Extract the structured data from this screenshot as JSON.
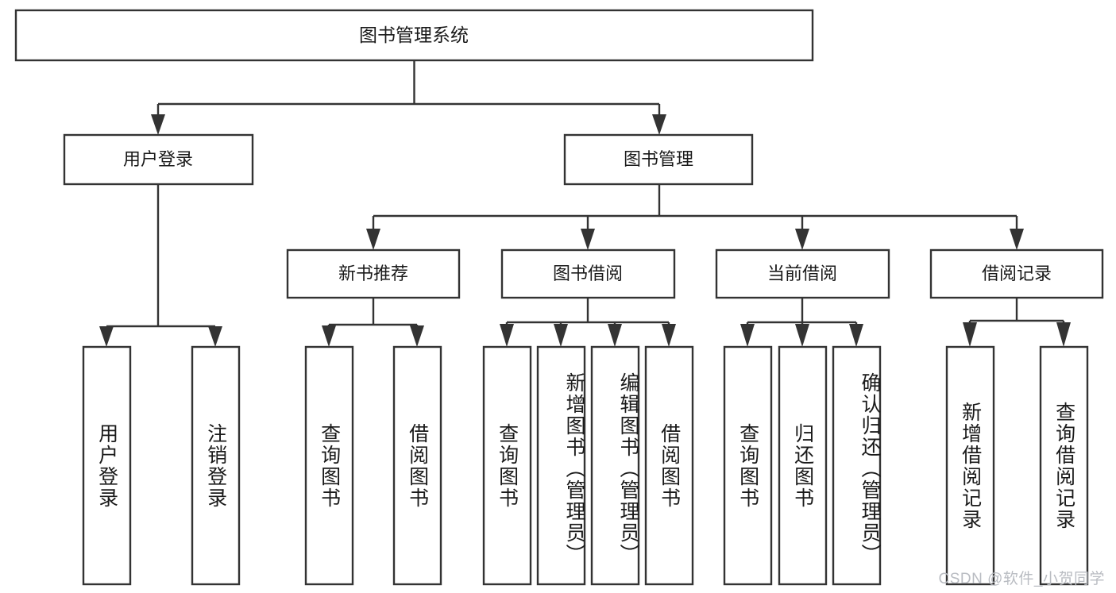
{
  "diagram": {
    "type": "hierarchy-tree",
    "title": "图书管理系统",
    "watermark": "CSDN @软件_小贺同学",
    "colors": {
      "stroke": "#333333",
      "box_fill": "#ffffff",
      "text": "#1a1a1a",
      "watermark": "#b9bcc2",
      "background": "#ffffff"
    },
    "root": {
      "label": "图书管理系统"
    },
    "level1": [
      {
        "label": "用户登录"
      },
      {
        "label": "图书管理"
      }
    ],
    "level2": [
      {
        "label": "新书推荐"
      },
      {
        "label": "图书借阅"
      },
      {
        "label": "当前借阅"
      },
      {
        "label": "借阅记录"
      }
    ],
    "leaves": {
      "user_login": [
        {
          "label": "用户登录"
        },
        {
          "label": "注销登录"
        }
      ],
      "new_book_recommend": [
        {
          "label": "查询图书"
        },
        {
          "label": "借阅图书"
        }
      ],
      "book_borrow": [
        {
          "label": "查询图书"
        },
        {
          "label": "新增图书（管理员）"
        },
        {
          "label": "编辑图书（管理员）"
        },
        {
          "label": "借阅图书"
        }
      ],
      "current_borrow": [
        {
          "label": "查询图书"
        },
        {
          "label": "归还图书"
        },
        {
          "label": "确认归还（管理员）"
        }
      ],
      "borrow_record": [
        {
          "label": "新增借阅记录"
        },
        {
          "label": "查询借阅记录"
        }
      ]
    }
  }
}
